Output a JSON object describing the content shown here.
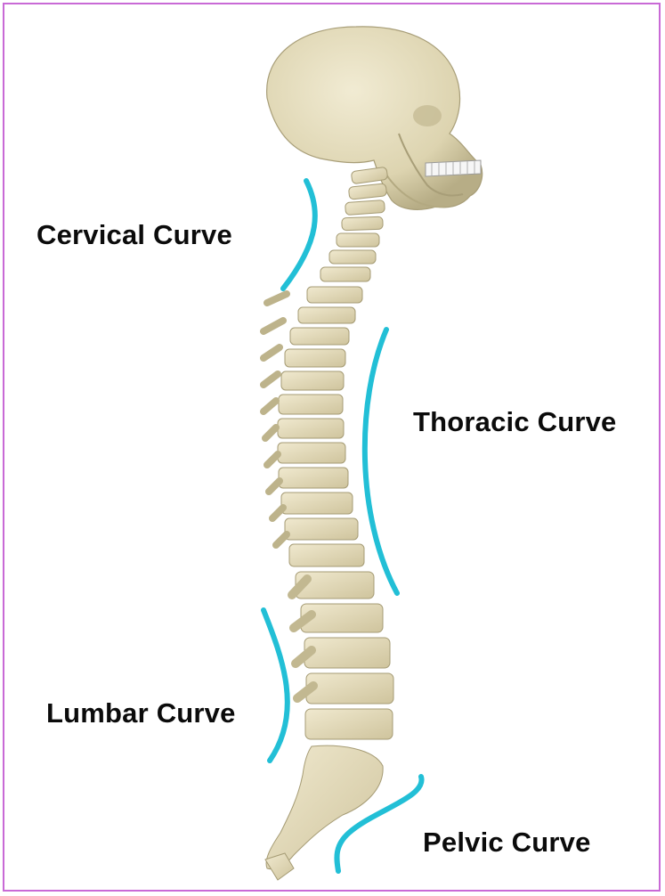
{
  "labels": {
    "cervical": "Cervical Curve",
    "thoracic": "Thoracic Curve",
    "lumbar": "Lumbar Curve",
    "pelvic": "Pelvic Curve"
  },
  "colors": {
    "frame": "#c96ad6",
    "curve_marker": "#22bfd6",
    "bone": "#e6dfc2",
    "bone_shadow": "#b9b08a",
    "text": "#0b0b0b"
  }
}
